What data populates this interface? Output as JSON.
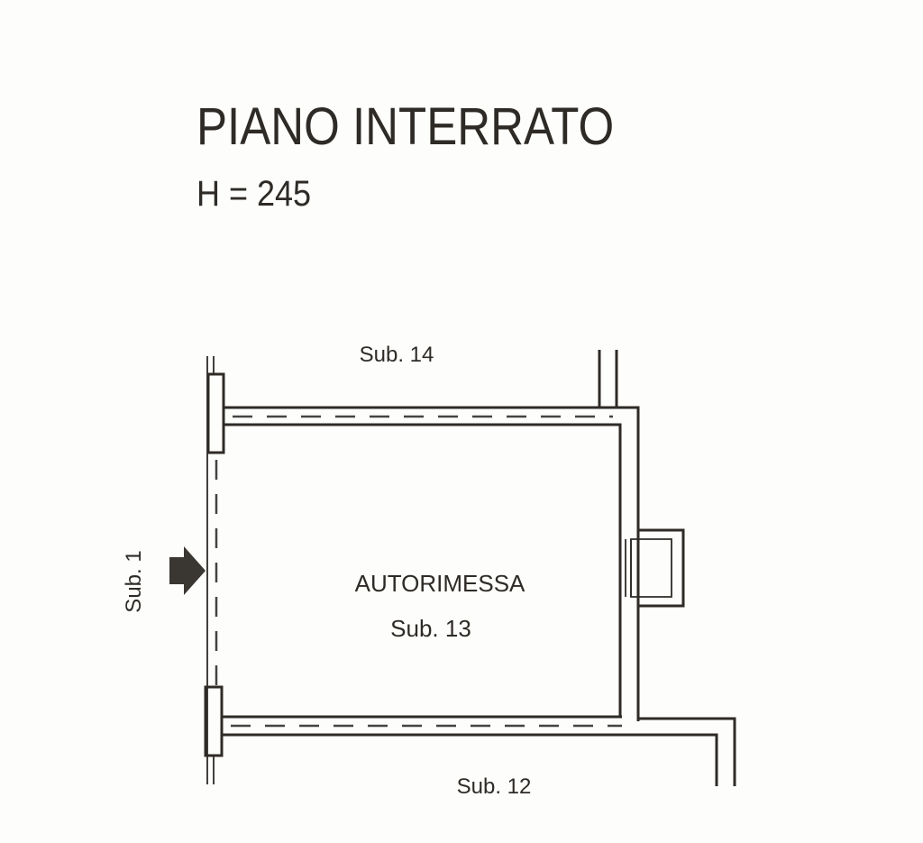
{
  "title": "PIANO INTERRATO",
  "height_label": "H = 245",
  "room": {
    "name": "AUTORIMESSA",
    "sub": "Sub. 13"
  },
  "neighbors": {
    "top": "Sub. 14",
    "bottom": "Sub. 12",
    "left": "Sub. 1"
  },
  "colors": {
    "ink": "#2e2b27",
    "paper": "#fdfdfb"
  }
}
